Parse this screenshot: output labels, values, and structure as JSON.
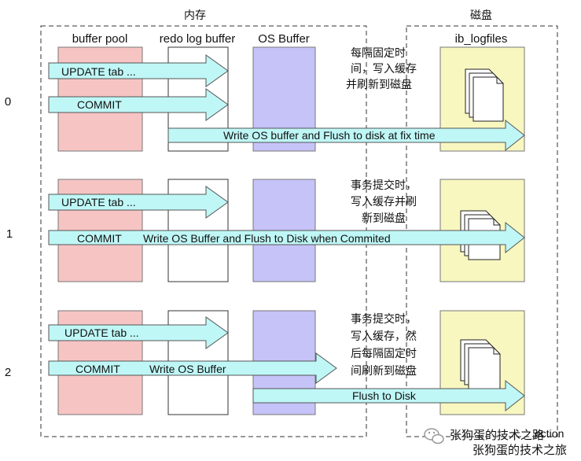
{
  "regions": {
    "memory_title": "内存",
    "disk_title": "磁盘"
  },
  "columns": {
    "buffer_pool": "buffer pool",
    "redo_log_buffer": "redo log buffer",
    "os_buffer": "OS Buffer",
    "ib_logfiles": "ib_logfiles"
  },
  "rows": [
    {
      "index": "0",
      "update_label": "UPDATE tab ...",
      "commit_label": "COMMIT",
      "flow_label": "Write OS buffer and Flush to disk at fix time",
      "note_lines": [
        "每隔固定时",
        "间，写入缓存",
        "并刷新到磁盘"
      ]
    },
    {
      "index": "1",
      "update_label": "UPDATE tab ...",
      "commit_label": "COMMIT",
      "flow_label": "Write OS Buffer and Flush to Disk when Commited",
      "note_lines": [
        "事务提交时，",
        "写入缓存并刷",
        "新到磁盘"
      ]
    },
    {
      "index": "2",
      "update_label": "UPDATE tab ...",
      "commit_label": "COMMIT",
      "write_label": "Write OS Buffer",
      "flow_label": "Flush to Disk",
      "note_lines": [
        "事务提交时，",
        "写入缓存，然",
        "后每隔固定时",
        "间刷新到磁盘"
      ]
    }
  ],
  "watermark": {
    "line1": "张狗蛋的技术之路",
    "line2": "张狗蛋的技术之旅",
    "overlap_fragment": "ection"
  },
  "colors": {
    "buffer_pool": "#f7c4c4",
    "redo_log": "#ffffff",
    "os_buffer": "#c5c3f7",
    "disk": "#f8f7c0",
    "arrow": "#bff7f6"
  }
}
